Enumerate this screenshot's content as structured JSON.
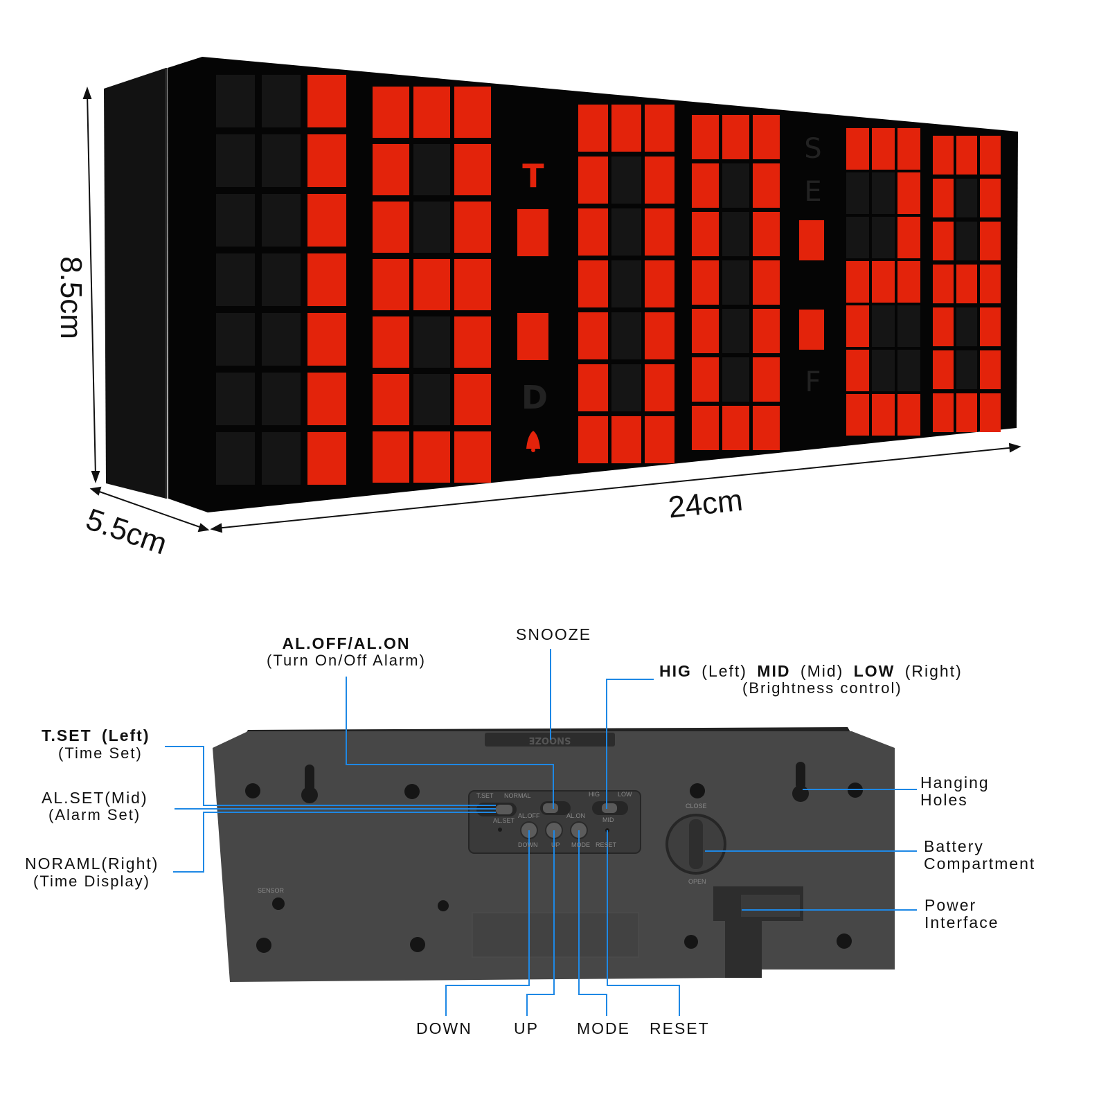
{
  "dimensions": {
    "height": "8.5cm",
    "depth": "5.5cm",
    "width": "24cm"
  },
  "front_display": {
    "time_digits": [
      "1",
      "8",
      "0",
      "0",
      "2",
      "8"
    ],
    "indicator_letters": [
      "T",
      "D",
      "S",
      "E",
      "F"
    ],
    "bell_symbol": "🔔",
    "colors": {
      "lit": "#e3230b",
      "unlit": "#151515",
      "body": "#050505",
      "side": "#141414"
    }
  },
  "back_panel": {
    "button_label": "SNOOZE",
    "callouts": {
      "al_onoff": {
        "title": "AL.OFF/AL.ON",
        "subtitle": "(Turn On/Off Alarm)"
      },
      "snooze": {
        "title": "SNOOZE"
      },
      "brightness": {
        "hig": "HIG",
        "hig_pos": "(Left)",
        "mid": "MID",
        "mid_pos": "(Mid)",
        "low": "LOW",
        "low_pos": "(Right)",
        "subtitle": "(Brightness control)"
      },
      "tset": {
        "title": "T.SET",
        "pos": "(Left)",
        "subtitle": "(Time Set)"
      },
      "alset": {
        "title": "AL.SET(Mid)",
        "subtitle": "(Alarm Set)"
      },
      "normal": {
        "title": "NORAML(Right)",
        "subtitle": "(Time Display)"
      },
      "hanging": {
        "line1": "Hanging",
        "line2": "Holes"
      },
      "battery": {
        "line1": "Battery",
        "line2": "Compartment"
      },
      "power": {
        "line1": "Power",
        "line2": "Interface"
      },
      "down": "DOWN",
      "up": "UP",
      "mode": "MODE",
      "reset": "RESET"
    },
    "panel_markings": {
      "tset": "T.SET",
      "normal": "NORMAL",
      "alset": "AL.SET",
      "aloff": "AL.OFF",
      "alon": "AL.ON",
      "hig": "HIG",
      "low": "LOW",
      "mid": "MID",
      "down": "DOWN",
      "up": "UP",
      "mode": "MODE",
      "reset": "RESET",
      "sensor": "SENSOR",
      "close": "CLOSE",
      "open": "OPEN"
    },
    "colors": {
      "body": "#454545",
      "body_dark": "#333333",
      "leader": "#1e88e5"
    }
  }
}
